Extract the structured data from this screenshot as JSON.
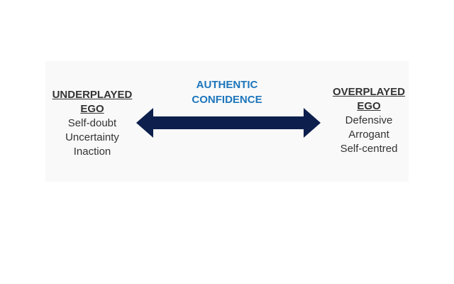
{
  "diagram": {
    "center_label": [
      "AUTHENTIC",
      "CONFIDENCE"
    ],
    "left": {
      "heading": [
        "UNDERPLAYED",
        "EGO"
      ],
      "traits": [
        "Self-doubt",
        "Uncertainty",
        "Inaction"
      ]
    },
    "right": {
      "heading": [
        "OVERPLAYED",
        "EGO"
      ],
      "traits": [
        "Defensive",
        "Arrogant",
        "Self-centred"
      ]
    }
  },
  "colors": {
    "arrow": "#0c1f4d",
    "center_label": "#1c75bc",
    "text": "#333333",
    "panel_background": "#f9f9f9"
  }
}
